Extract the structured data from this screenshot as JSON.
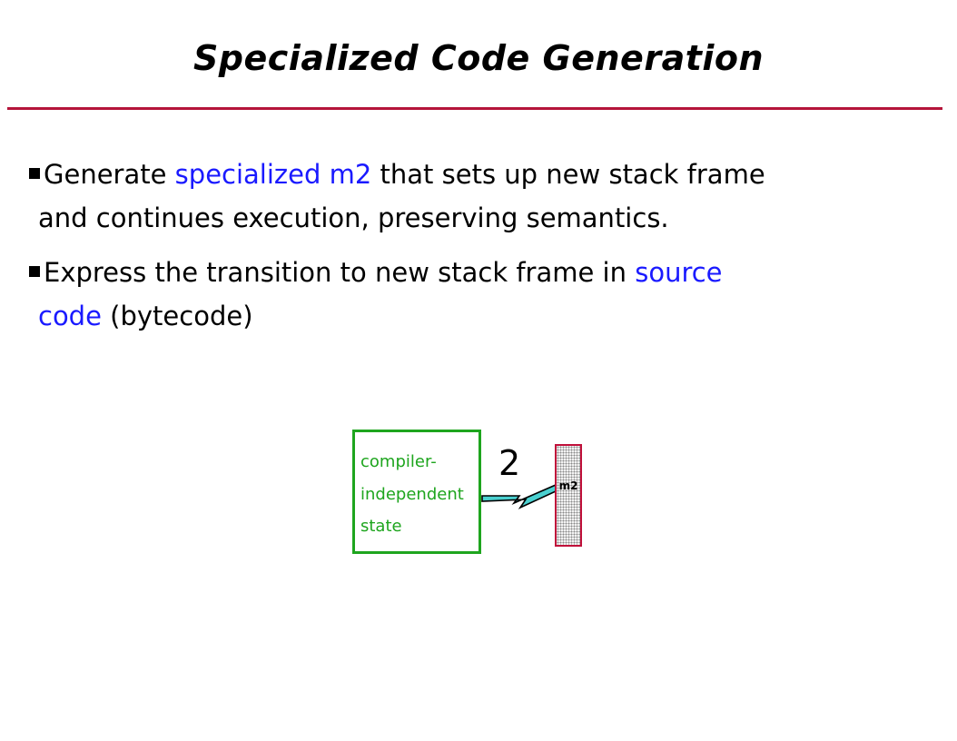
{
  "slide": {
    "title": "Specialized Code Generation"
  },
  "bullets": [
    {
      "line1_a": "Generate ",
      "line1_b": "specialized m2",
      "line1_c": " that sets up new stack frame",
      "line2": "and continues execution, preserving semantics."
    },
    {
      "line1_a": "Express the transition to new stack frame in ",
      "line1_b": "source",
      "line2_a": "code",
      "line2_b": " (bytecode)"
    }
  ],
  "diagram": {
    "state_box": {
      "lines": [
        "compiler-",
        "independent",
        "state"
      ]
    },
    "step_number": "2",
    "frame_label": "m2",
    "colors": {
      "state_border": "#1ea51e",
      "frame_border": "#c0103a",
      "bolt": "#4ad0d0",
      "highlight_text": "#1a1aff"
    }
  }
}
